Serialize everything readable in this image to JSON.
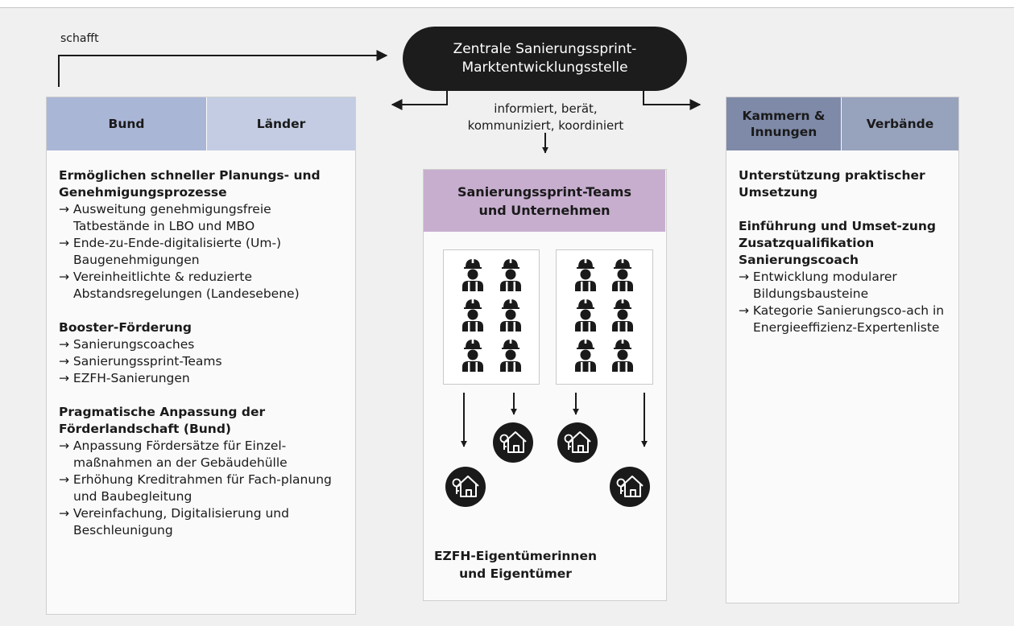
{
  "top_label": "schafft",
  "central_node": "Zentrale Sanierungssprint-Marktentwicklungsstelle",
  "central_actions": "informiert, berät, kommuniziert, koordiniert",
  "left_panel": {
    "headers": [
      "Bund",
      "Länder"
    ],
    "sections": [
      {
        "title": "Ermöglichen schneller Planungs- und Genehmigungsprozesse",
        "items": [
          "→ Ausweitung genehmigungsfreie Tatbestände in LBO und MBO",
          "→ Ende-zu-Ende-digitalisierte (Um-) Baugenehmigungen",
          "→ Vereinheitlichte & reduzierte Abstandsregelungen (Landesebene)"
        ]
      },
      {
        "title": "Booster-Förderung",
        "items": [
          "→ Sanierungscoaches",
          "→ Sanierungssprint-Teams",
          "→ EZFH-Sanierungen"
        ]
      },
      {
        "title": "Pragmatische Anpassung der Förderlandschaft (Bund)",
        "items": [
          "→ Anpassung Fördersätze für Einzel-maßnahmen an der Gebäudehülle",
          "→ Erhöhung Kreditrahmen für Fach-planung und Baubegleitung",
          "→ Vereinfachung, Digitalisierung und Beschleunigung"
        ]
      }
    ]
  },
  "middle_panel": {
    "header": "Sanierungssprint-Teams und Unternehmen",
    "caption": "EZFH-Eigentümerinnen und Eigentümer"
  },
  "right_panel": {
    "headers": [
      "Kammern & Innungen",
      "Verbände"
    ],
    "sections": [
      {
        "title": "Unterstützung praktischer Umsetzung",
        "items": []
      },
      {
        "title": "Einführung und Umset-zung Zusatzqualifikation Sanierungscoach",
        "items": [
          "→ Entwicklung modularer Bildungsbausteine",
          "→ Kategorie Sanierungsco-ach in Energieeffizienz-Expertenliste"
        ]
      }
    ]
  },
  "colors": {
    "left_header_a": "#aab6d6",
    "left_header_b": "#c3cce2",
    "middle_header": "#c7aecf",
    "right_header_a": "#7f8aa8",
    "right_header_b": "#97a2bd",
    "node": "#1c1c1c"
  }
}
